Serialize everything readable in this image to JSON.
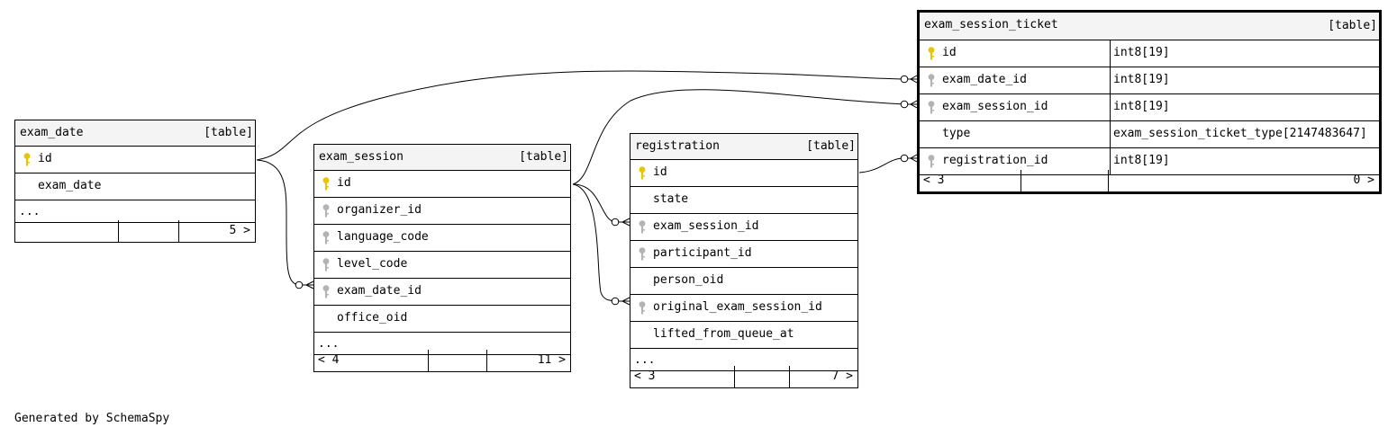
{
  "credit": "Generated by SchemaSpy",
  "colors": {
    "primary_key": "#e8c500",
    "foreign_key": "#b3b3b3",
    "header_bg": "#f4f4f4",
    "line": "#000000"
  },
  "tables": {
    "exam_date": {
      "name": "exam_date",
      "kind": "[table]",
      "columns": [
        {
          "name": "id",
          "key": "primary"
        },
        {
          "name": "exam_date",
          "key": "none"
        }
      ],
      "more": "...",
      "footer": {
        "left": "",
        "middle": "",
        "right": "5 >"
      }
    },
    "exam_session": {
      "name": "exam_session",
      "kind": "[table]",
      "columns": [
        {
          "name": "id",
          "key": "primary"
        },
        {
          "name": "organizer_id",
          "key": "foreign"
        },
        {
          "name": "language_code",
          "key": "foreign"
        },
        {
          "name": "level_code",
          "key": "foreign"
        },
        {
          "name": "exam_date_id",
          "key": "foreign"
        },
        {
          "name": "office_oid",
          "key": "none"
        }
      ],
      "more": "...",
      "footer": {
        "left": "< 4",
        "middle": "",
        "right": "11 >"
      }
    },
    "registration": {
      "name": "registration",
      "kind": "[table]",
      "columns": [
        {
          "name": "id",
          "key": "primary"
        },
        {
          "name": "state",
          "key": "none"
        },
        {
          "name": "exam_session_id",
          "key": "foreign"
        },
        {
          "name": "participant_id",
          "key": "foreign"
        },
        {
          "name": "person_oid",
          "key": "none"
        },
        {
          "name": "original_exam_session_id",
          "key": "foreign"
        },
        {
          "name": "lifted_from_queue_at",
          "key": "none"
        }
      ],
      "more": "...",
      "footer": {
        "left": "< 3",
        "middle": "",
        "right": "7 >"
      }
    },
    "exam_session_ticket": {
      "name": "exam_session_ticket",
      "kind": "[table]",
      "columns": [
        {
          "name": "id",
          "key": "primary",
          "type": "int8[19]"
        },
        {
          "name": "exam_date_id",
          "key": "foreign",
          "type": "int8[19]"
        },
        {
          "name": "exam_session_id",
          "key": "foreign",
          "type": "int8[19]"
        },
        {
          "name": "type",
          "key": "none",
          "type": "exam_session_ticket_type[2147483647]"
        },
        {
          "name": "registration_id",
          "key": "foreign",
          "type": "int8[19]"
        }
      ],
      "footer": {
        "left": "< 3",
        "middle": "",
        "right": "0 >"
      }
    }
  }
}
